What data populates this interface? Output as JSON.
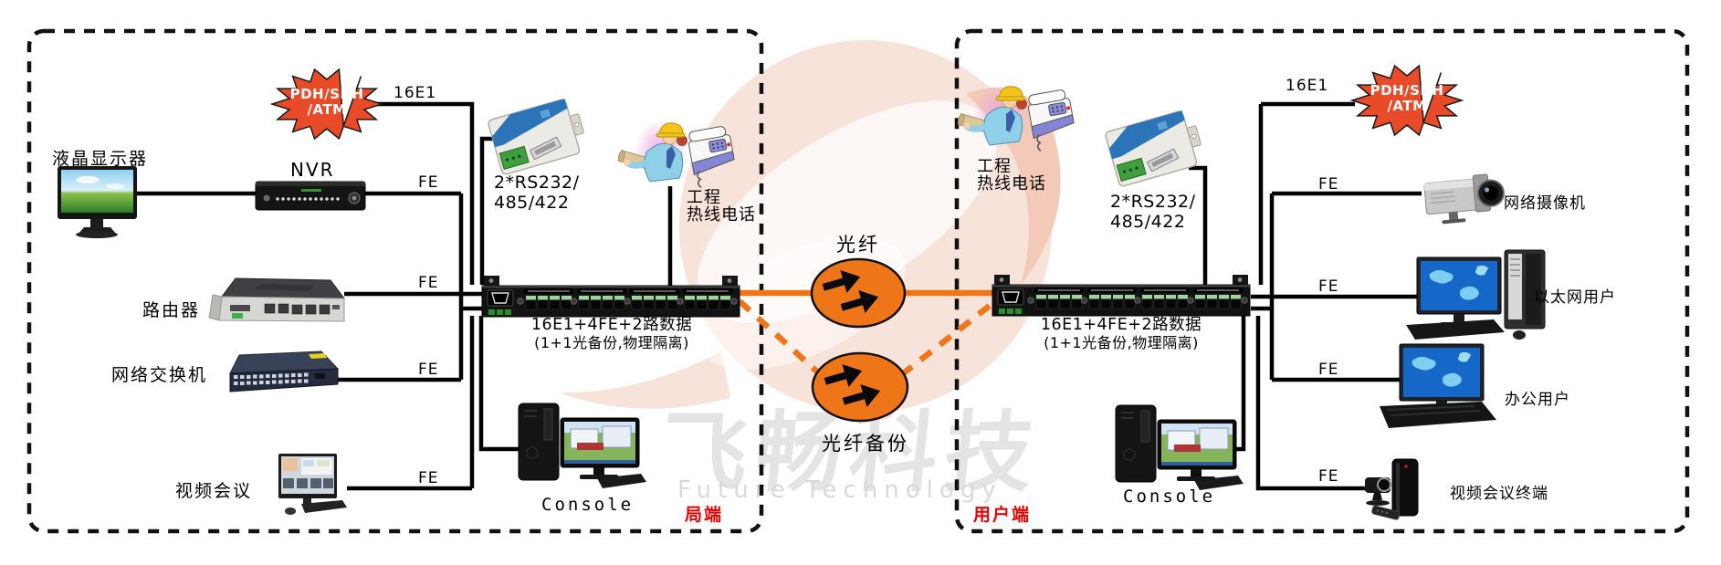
{
  "watermark": {
    "cn": "飞畅科技",
    "en": "Future Technology"
  },
  "fiber": {
    "primary": "光纤",
    "backup": "光纤备份"
  },
  "colors": {
    "fiber_orange": "#ee7518",
    "starburst_red": "#e94b28",
    "region_red": "#e60000",
    "wire_black": "#000000",
    "watermark_grey": "#e4e4e4"
  },
  "left": {
    "region": "局端",
    "badge": {
      "line1": "PDH/SDH",
      "line2": "/ATM"
    },
    "trunk": "16E1",
    "fe": [
      "FE",
      "FE",
      "FE",
      "FE"
    ],
    "serial": {
      "line1": "2*RS232/",
      "line2": "485/422"
    },
    "hotline": {
      "line1": "工程",
      "line2": "热线电话"
    },
    "devices": {
      "monitor": "液晶显示器",
      "nvr": "NVR",
      "router": "路由器",
      "switch": "网络交换机",
      "video_conference": "视频会议"
    },
    "mux": {
      "line1": "16E1+4FE+2路数据",
      "line2": "(1+1光备份,物理隔离)"
    },
    "console": "Console"
  },
  "right": {
    "region": "用户端",
    "badge": {
      "line1": "PDH/SDH",
      "line2": "/ATM"
    },
    "trunk": "16E1",
    "fe": [
      "FE",
      "FE",
      "FE",
      "FE"
    ],
    "serial": {
      "line1": "2*RS232/",
      "line2": "485/422"
    },
    "hotline": {
      "line1": "工程",
      "line2": "热线电话"
    },
    "devices": {
      "camera": "网络摄像机",
      "ethernet_user": "以太网用户",
      "office_user": "办公用户",
      "vc_terminal": "视频会议终端"
    },
    "mux": {
      "line1": "16E1+4FE+2路数据",
      "line2": "(1+1光备份,物理隔离)"
    },
    "console": "Console"
  }
}
